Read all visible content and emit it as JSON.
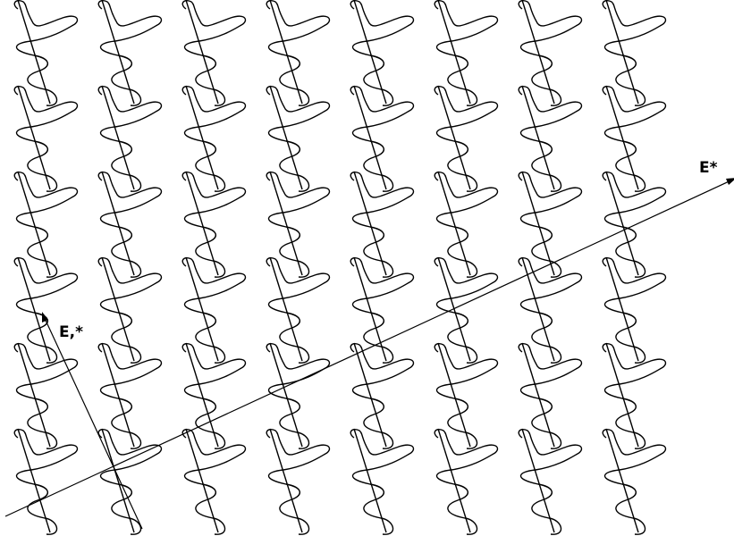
{
  "diagram": {
    "grid": {
      "rows": 6,
      "columns": 8
    },
    "labels": {
      "main_axis": "E*",
      "secondary_axis": "E,*"
    },
    "stroke_color": "#000000",
    "background_color": "#ffffff"
  }
}
